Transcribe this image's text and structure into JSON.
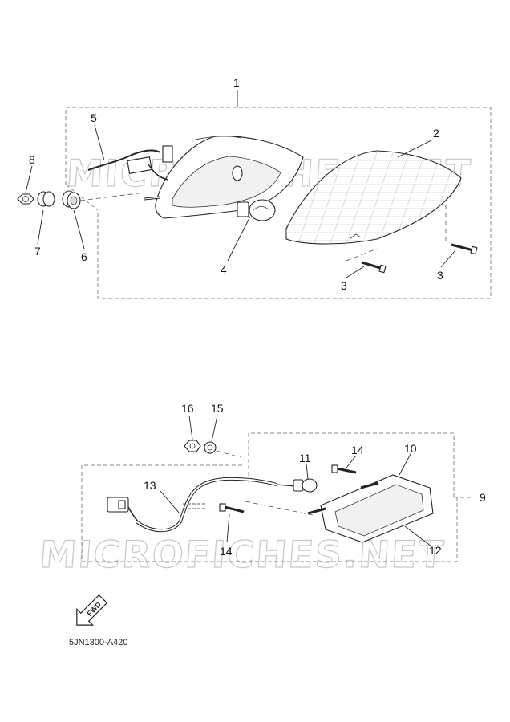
{
  "callouts": {
    "c1": "1",
    "c2": "2",
    "c3a": "3",
    "c3b": "3",
    "c4": "4",
    "c5": "5",
    "c6": "6",
    "c7": "7",
    "c8": "8",
    "c9": "9",
    "c10": "10",
    "c11": "11",
    "c12": "12",
    "c13": "13",
    "c14a": "14",
    "c14b": "14",
    "c15": "15",
    "c16": "16"
  },
  "watermark": {
    "top": "MICROFICHES.NET",
    "bottom": "MICROFICHES.NET"
  },
  "fwd_label": "FWD",
  "diagram_code": "5JN1300-A420"
}
